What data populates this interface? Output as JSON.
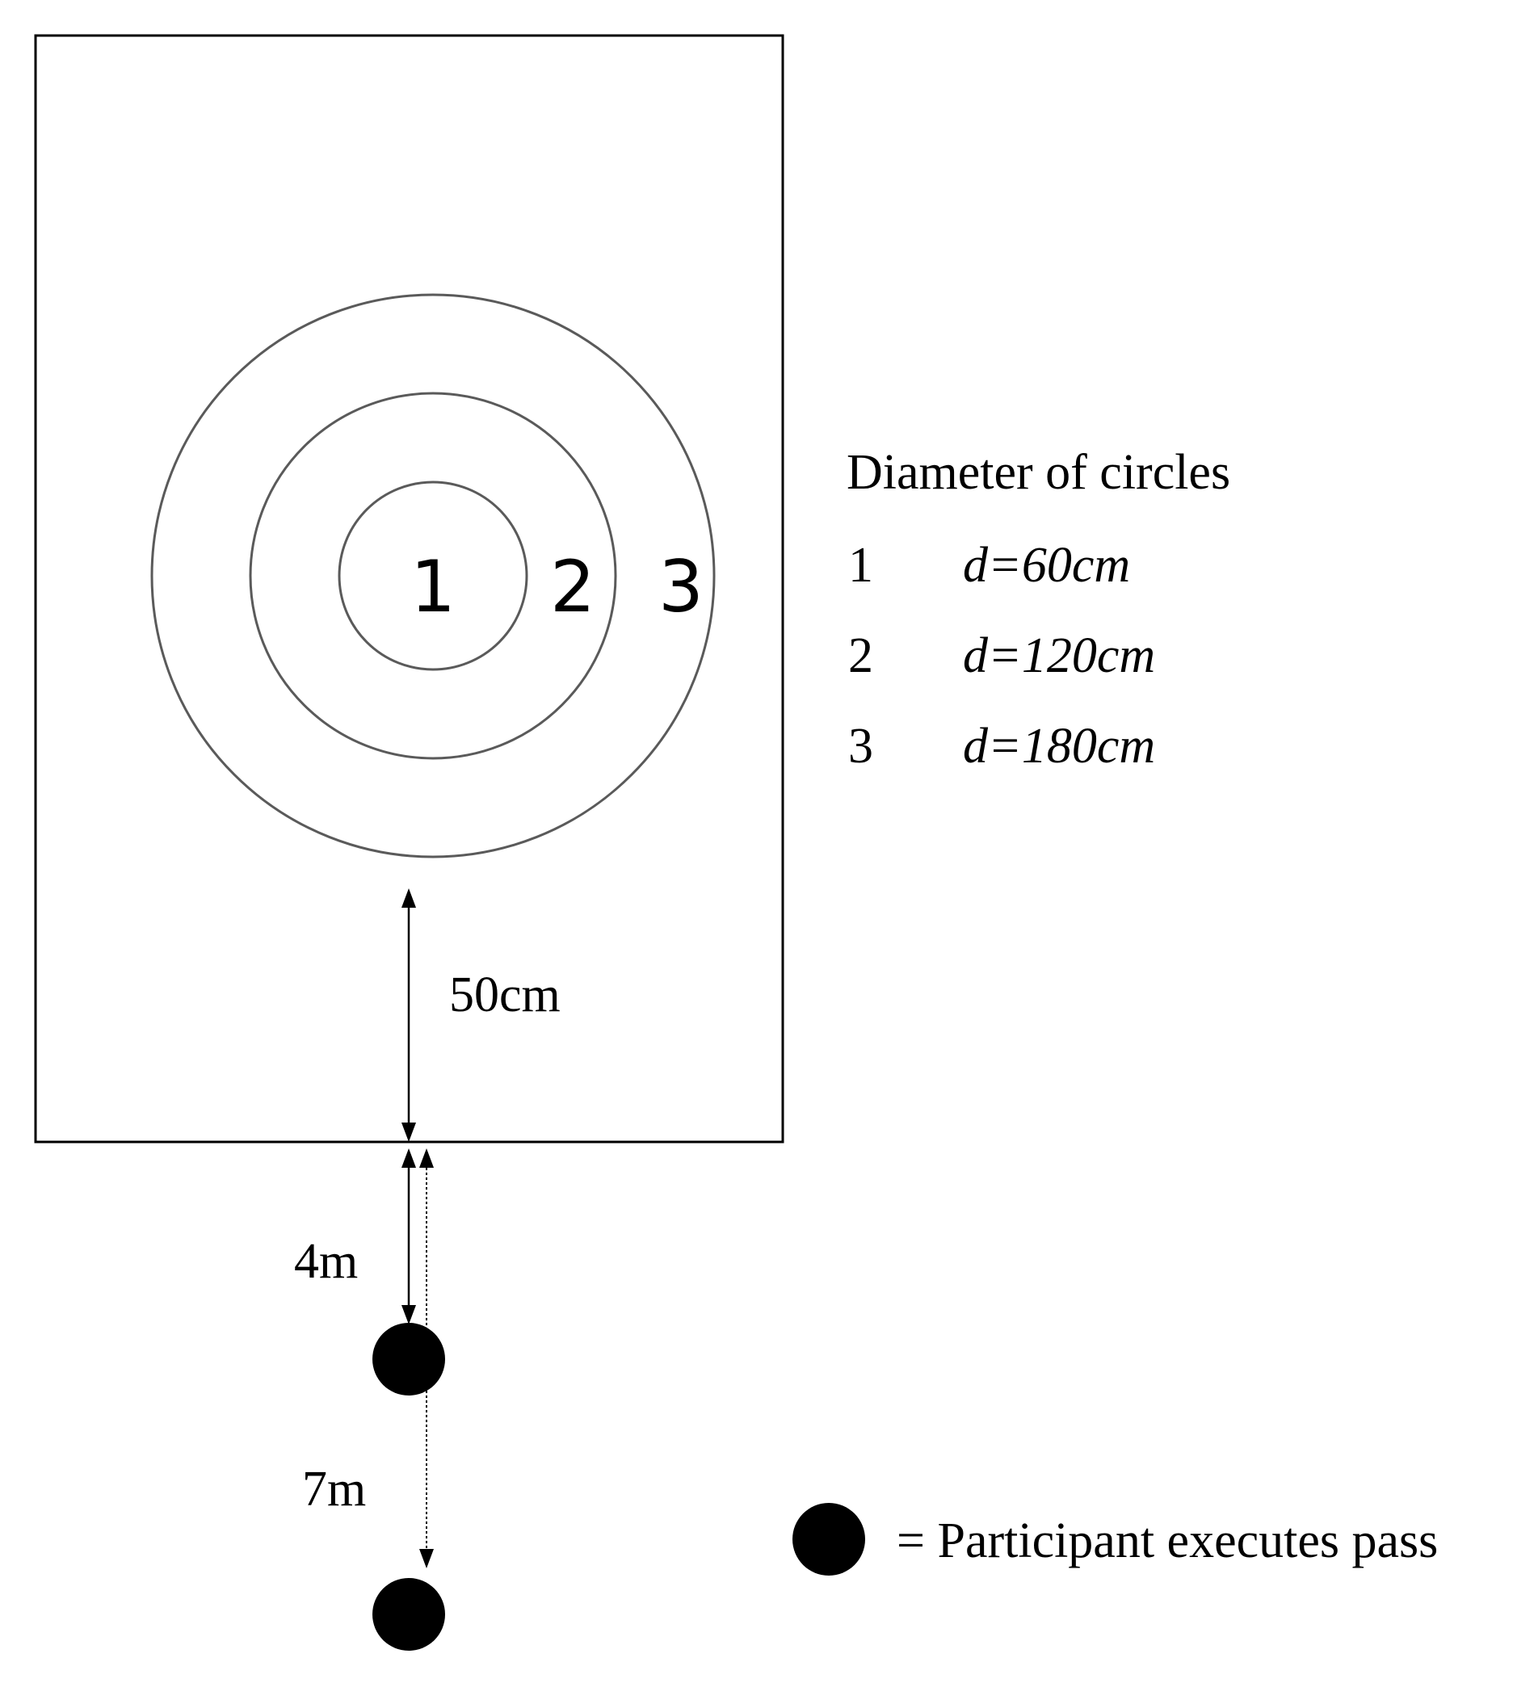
{
  "rings": [
    {
      "label": "1"
    },
    {
      "label": "2"
    },
    {
      "label": "3"
    }
  ],
  "dimensions": {
    "target_gap": "50cm",
    "first_distance": "4m",
    "second_distance": "7m"
  },
  "legend": {
    "title": "Diameter of circles",
    "items": [
      {
        "number": "1",
        "value": "d=60cm"
      },
      {
        "number": "2",
        "value": "d=120cm"
      },
      {
        "number": "3",
        "value": "d=180cm"
      }
    ],
    "marker_text": "= Participant executes pass"
  }
}
